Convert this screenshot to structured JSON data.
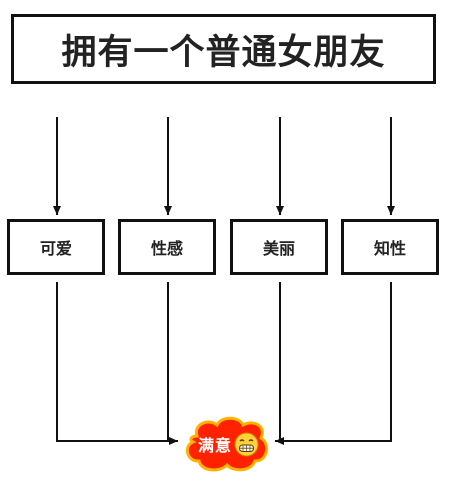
{
  "title": "拥有一个普通女朋友",
  "traits": [
    "可爱",
    "性感",
    "美丽",
    "知性"
  ],
  "result": {
    "label": "满意",
    "emoji": "grinning-face-icon",
    "cloud_fill": "#ff2200",
    "cloud_stroke": "#ffb300"
  },
  "colors": {
    "line": "#111111",
    "text": "#222222"
  }
}
